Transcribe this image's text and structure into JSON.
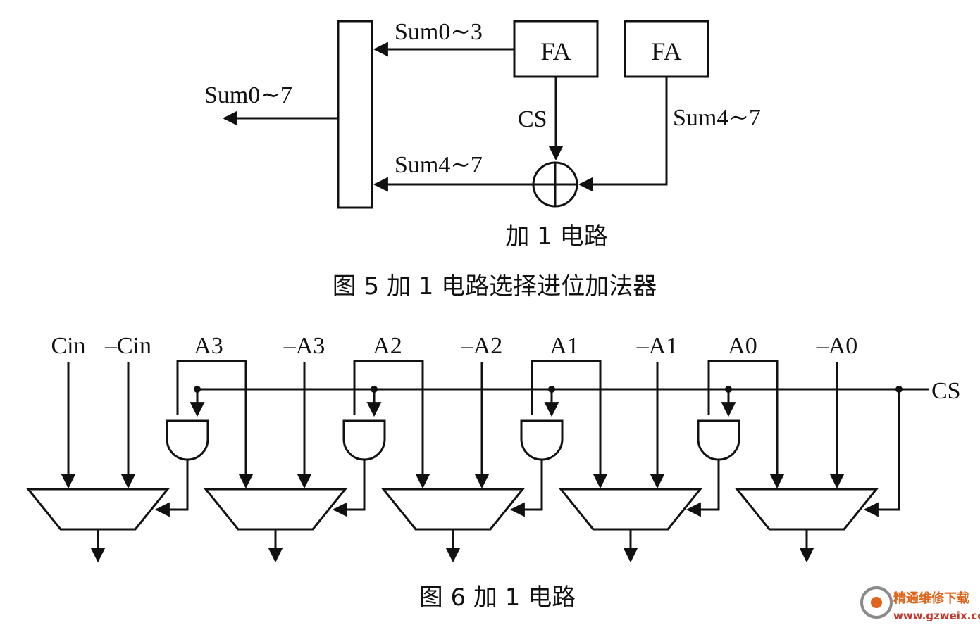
{
  "figure5": {
    "blocks": {
      "fa_left": "FA",
      "fa_right": "FA"
    },
    "signals": {
      "sum03": "Sum0∼3",
      "sum07": "Sum0∼7",
      "cs": "CS",
      "sum47_right": "Sum4∼7",
      "sum47_bottom": "Sum4∼7"
    },
    "sublabel": "加 1 电路",
    "caption": "图 5  加 1 电路选择进位加法器"
  },
  "figure6": {
    "inputs": [
      "Cin",
      "–Cin",
      "A3",
      "–A3",
      "A2",
      "–A2",
      "A1",
      "–A1",
      "A0",
      "–A0"
    ],
    "cs": "CS",
    "caption": "图 6  加 1 电路"
  },
  "watermark": {
    "brand": "精通维修下载",
    "url": "www.gzweix.com",
    "colors": {
      "brand": "#e0651c",
      "url": "#c0392b",
      "ring": "#8a8a8a"
    }
  }
}
